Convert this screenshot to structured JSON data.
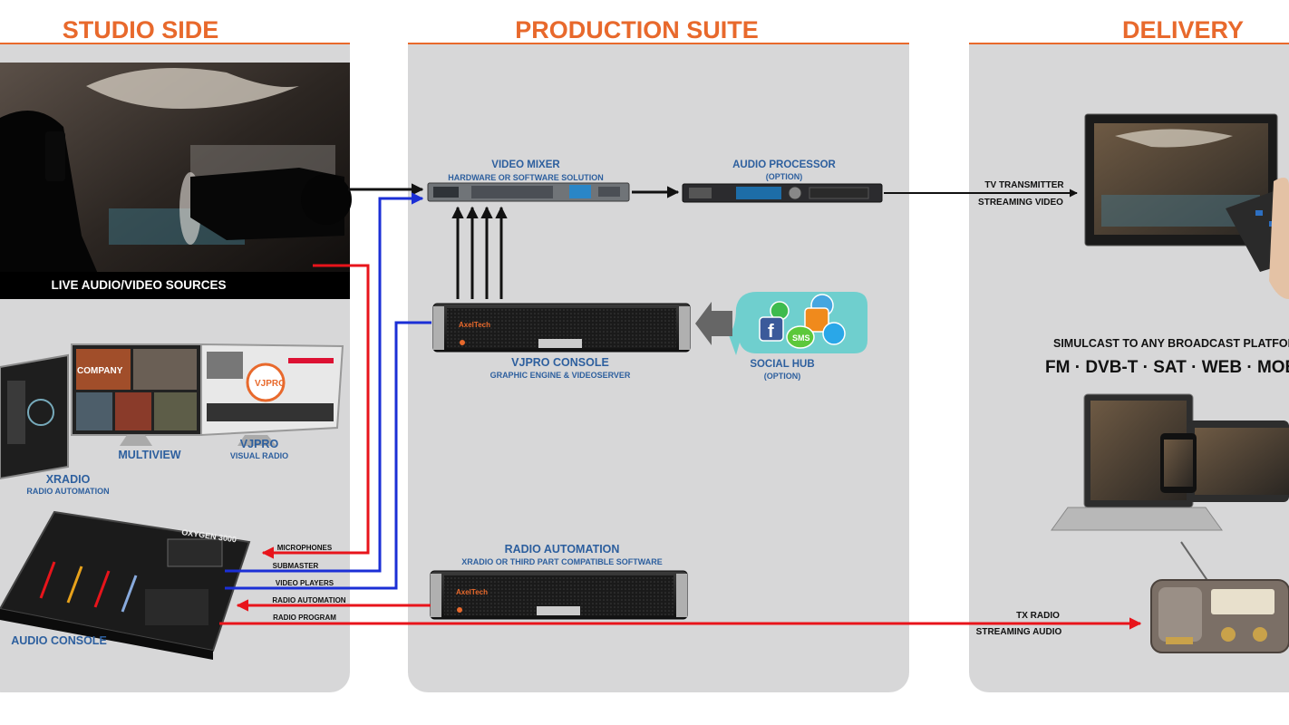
{
  "sections": {
    "studio": "STUDIO SIDE",
    "production": "PRODUCTION SUITE",
    "delivery": "DELIVERY"
  },
  "studio": {
    "live_sources": "LIVE AUDIO/VIDEO SOURCES",
    "multiview": "MULTIVIEW",
    "vjpro_title": "VJPRO",
    "vjpro_sub": "VISUAL RADIO",
    "xradio_title": "XRADIO",
    "xradio_sub": "RADIO AUTOMATION",
    "audio_console": "AUDIO CONSOLE",
    "screen_company": "COMPANY",
    "screen_vjpro_logo": "VJPRO",
    "console_brand": "OXYGEN 3000"
  },
  "signals": {
    "microphones": "MICROPHONES",
    "submaster": "SUBMASTER",
    "video_players": "VIDEO PLAYERS",
    "radio_automation": "RADIO AUTOMATION",
    "radio_program": "RADIO PROGRAM"
  },
  "production": {
    "video_mixer_title": "VIDEO MIXER",
    "video_mixer_sub": "HARDWARE OR SOFTWARE SOLUTION",
    "audio_processor_title": "AUDIO PROCESSOR",
    "audio_processor_sub": "(OPTION)",
    "vjpro_console_title": "VJPRO CONSOLE",
    "vjpro_console_sub": "GRAPHIC ENGINE & VIDEOSERVER",
    "social_hub_title": "SOCIAL HUB",
    "social_hub_sub": "(OPTION)",
    "radio_automation_title": "RADIO AUTOMATION",
    "radio_automation_sub": "XRADIO OR THIRD PART COMPATIBLE SOFTWARE",
    "server_brand": "AxelTech",
    "sms_label": "SMS"
  },
  "delivery": {
    "tv_transmitter": "TV TRANSMITTER",
    "streaming_video": "STREAMING VIDEO",
    "simulcast": "SIMULCAST TO ANY BROADCAST PLATFORM",
    "platforms": "FM · DVB-T · SAT · WEB · MOBILE",
    "tx_radio": "TX RADIO",
    "streaming_audio": "STREAMING AUDIO"
  },
  "colors": {
    "accent": "#e8692c",
    "label_blue": "#2d5f9e",
    "panel": "#d7d7d8",
    "red_line": "#e8141b",
    "blue_line": "#1b2fd6"
  }
}
